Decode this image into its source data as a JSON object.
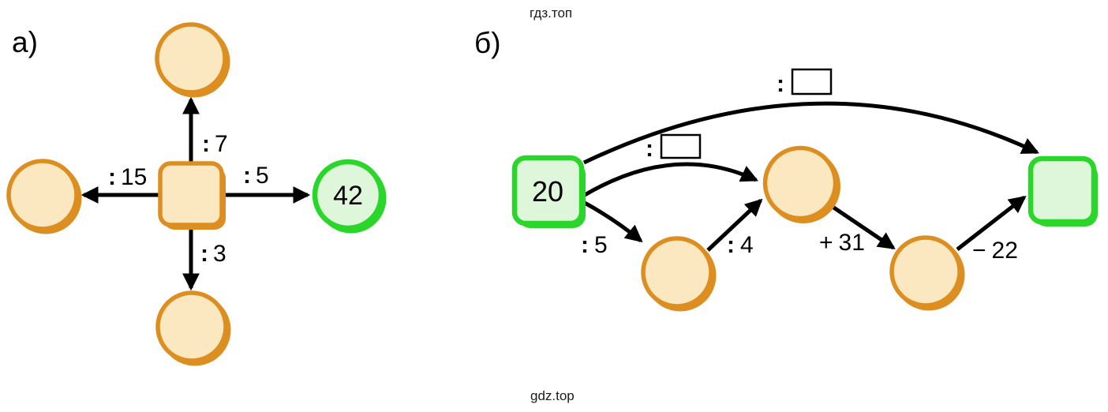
{
  "watermarks": {
    "top": "гдз.топ",
    "bottom": "gdz.top"
  },
  "colors": {
    "orange_border": "#dc8e20",
    "tan_fill": "#fbe7c0",
    "green_border": "#2bd62b",
    "green_fill": "#def6da",
    "arrow_black": "#000000"
  },
  "part_a": {
    "label": "а)",
    "center_square_value": "",
    "branches": [
      {
        "direction": "up",
        "operation": ":",
        "operand": "7",
        "result": ""
      },
      {
        "direction": "left",
        "operation": ":",
        "operand": "15",
        "result": ""
      },
      {
        "direction": "right",
        "operation": ":",
        "operand": "5",
        "result": "42"
      },
      {
        "direction": "down",
        "operation": ":",
        "operand": "3",
        "result": ""
      }
    ]
  },
  "part_b": {
    "label": "б)",
    "start_value": "20",
    "chain_steps": [
      {
        "operation": ":",
        "operand": "5",
        "result": ""
      },
      {
        "operation": ":",
        "operand": "4",
        "result": ""
      },
      {
        "operation": "+",
        "operand": "31",
        "result": ""
      },
      {
        "operation": "−",
        "operand": "22",
        "result": ""
      }
    ],
    "shortcut_arcs": [
      {
        "operation": ":",
        "operand": "",
        "from": "start-square",
        "to": "result-square"
      },
      {
        "operation": ":",
        "operand": "",
        "from": "start-square",
        "to": "middle-circle"
      }
    ],
    "result_value": ""
  }
}
